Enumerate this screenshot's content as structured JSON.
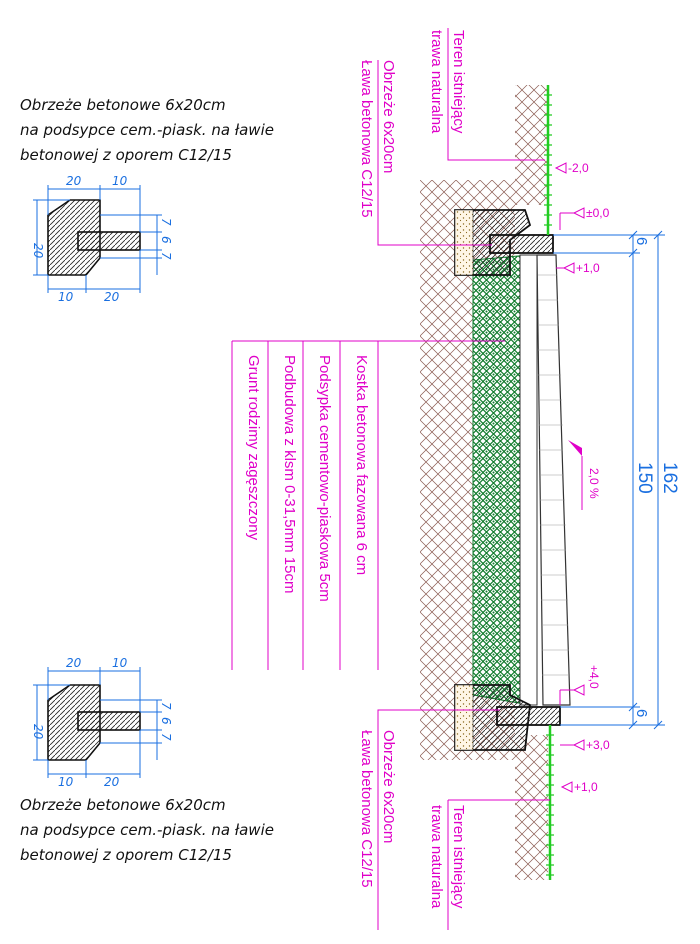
{
  "curb_note": {
    "line1": "Obrzeże betonowe 6x20cm",
    "line2": "na podsypce cem.-piask. na ławie",
    "line3": "betonowej z oporem C12/15"
  },
  "detail_dims": {
    "top_a": "20",
    "top_b": "10",
    "bottom_a": "10",
    "bottom_b": "20",
    "height": "20",
    "right_a": "7",
    "right_b": "6",
    "right_c": "7"
  },
  "labels": {
    "terrain_l1": "Teren istniejący",
    "terrain_l2": "trawa naturalna",
    "curb_l1": "Obrzeże 6x20cm",
    "curb_l2": "Ława betonowa C12/15",
    "layer1": "Kostka betonowa fazowana 6 cm",
    "layer2": "Podsypka cementowo-piaskowa 5cm",
    "layer3": "Podbudowa z klsm 0-31,5mm 15cm",
    "layer4": "Grunt rodzimy zagęszczony"
  },
  "levels": {
    "top_terrain": "-2,0",
    "top_curb": "±0,0",
    "top_paving": "+1,0",
    "bottom_paving": "+4,0",
    "bottom_curb": "+3,0",
    "bottom_terrain": "+1,0"
  },
  "dimensions": {
    "curb_top": "6",
    "path_width": "150",
    "curb_bottom": "6",
    "total_width": "162",
    "slope": "2,0 %"
  },
  "colors": {
    "dimension": "#1a6fe0",
    "annotation": "#e000c8",
    "grass": "#22cc22",
    "subbase": "#0e7a2a",
    "soil": "#8a5a50"
  }
}
